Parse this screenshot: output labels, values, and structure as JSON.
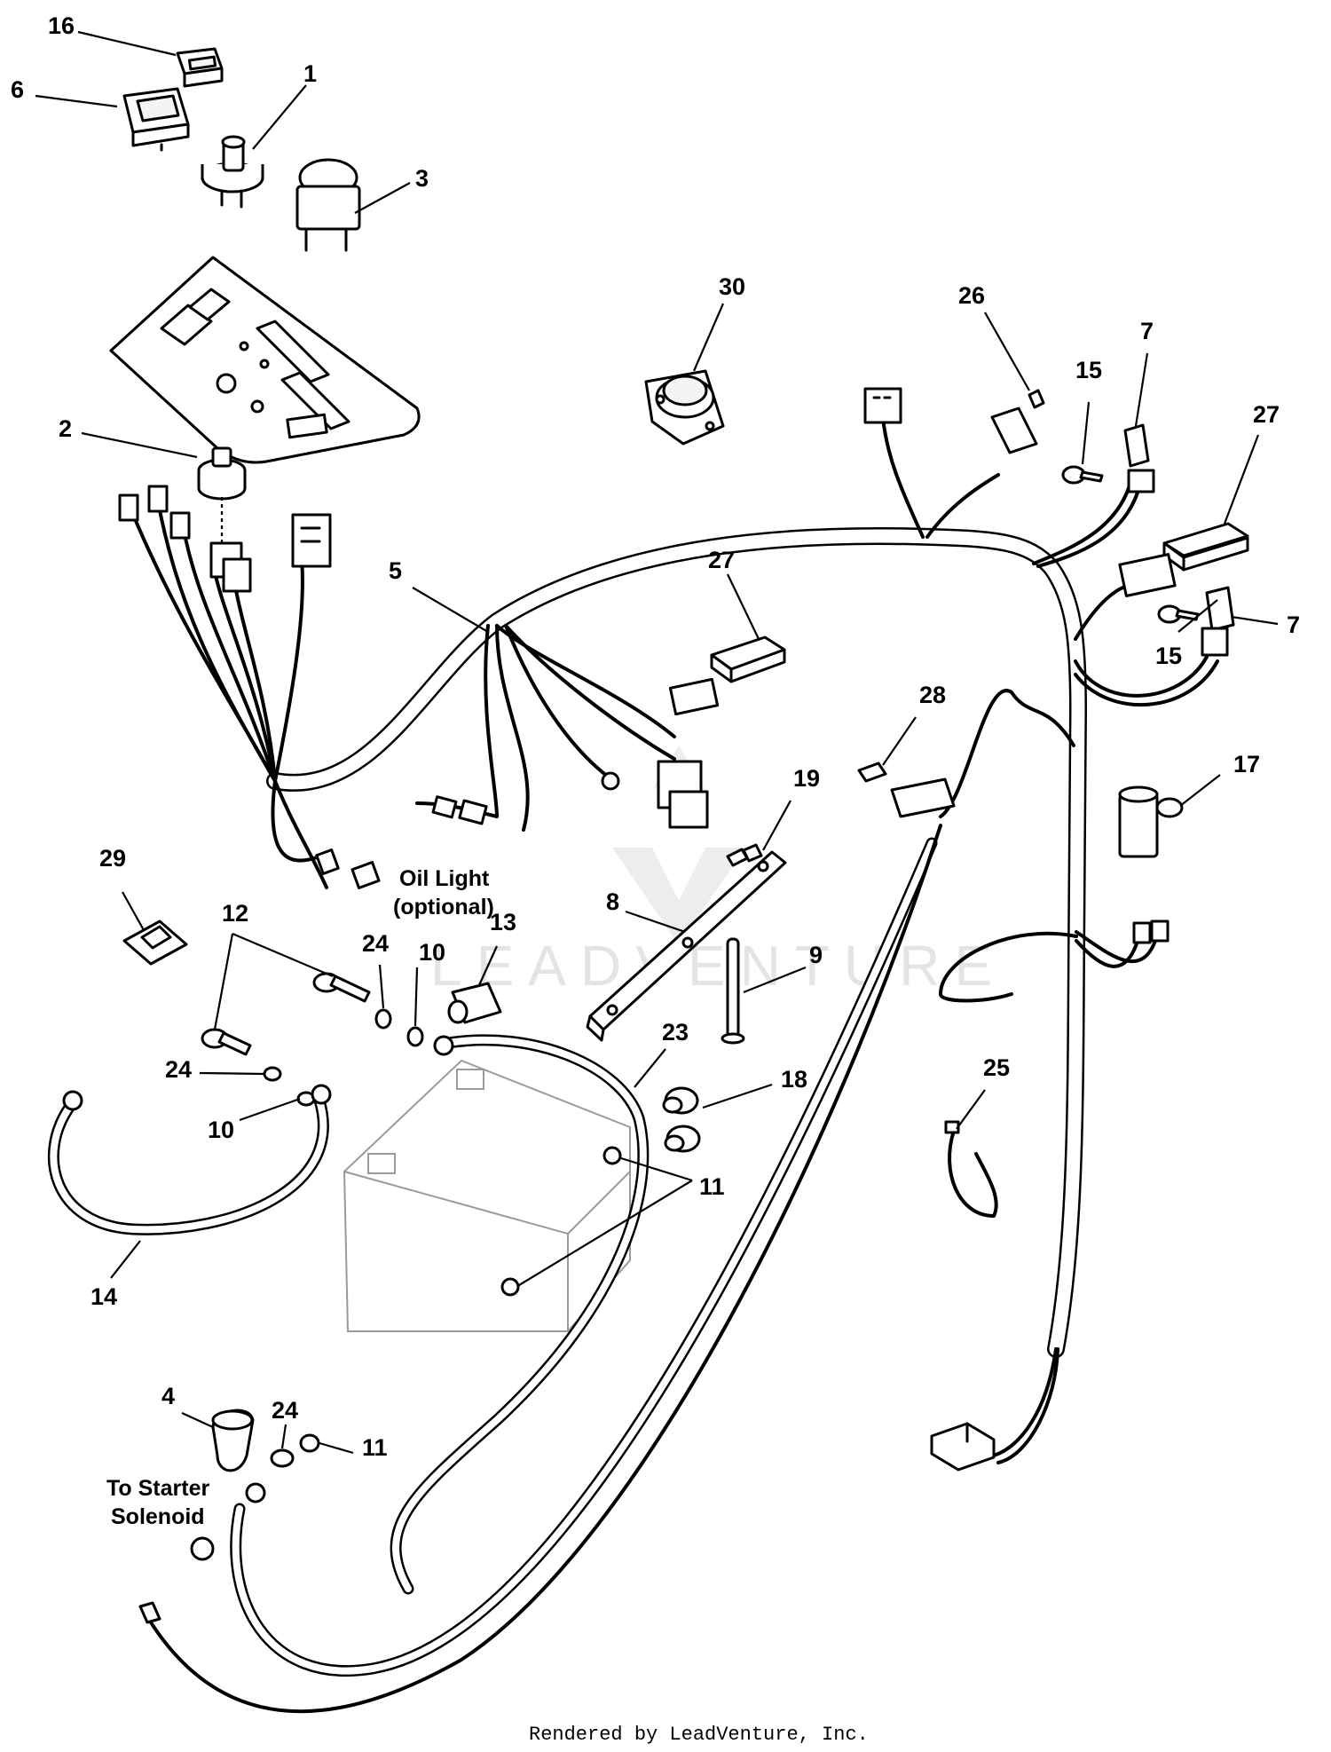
{
  "callouts": {
    "n1": "1",
    "n2": "2",
    "n3": "3",
    "n4": "4",
    "n5": "5",
    "n6": "6",
    "n7a": "7",
    "n7b": "7",
    "n8": "8",
    "n9": "9",
    "n10a": "10",
    "n10b": "10",
    "n11a": "11",
    "n11b": "11",
    "n12": "12",
    "n13": "13",
    "n14": "14",
    "n15a": "15",
    "n15b": "15",
    "n16": "16",
    "n17": "17",
    "n18": "18",
    "n19": "19",
    "n23": "23",
    "n24a": "24",
    "n24b": "24",
    "n24c": "24",
    "n25": "25",
    "n26": "26",
    "n27a": "27",
    "n27b": "27",
    "n28": "28",
    "n29": "29",
    "n30": "30"
  },
  "notes": {
    "oil_light_1": "Oil Light",
    "oil_light_2": "(optional)",
    "starter_1": "To Starter",
    "starter_2": "Solenoid"
  },
  "footer": "Rendered by LeadVenture, Inc.",
  "watermark": "LEADVENTURE"
}
